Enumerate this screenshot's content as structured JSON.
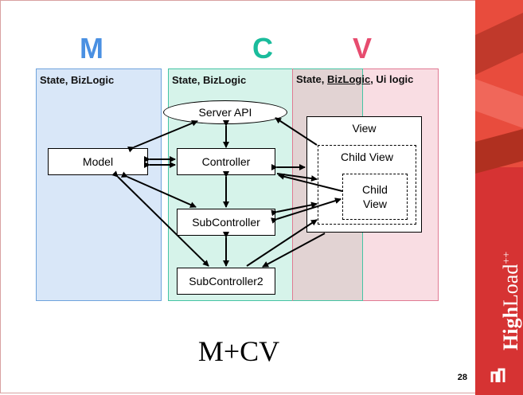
{
  "letters": {
    "m": "M",
    "c": "C",
    "v": "V"
  },
  "panels": {
    "m": {
      "title": "State, BizLogic"
    },
    "c": {
      "title": "State, BizLogic"
    },
    "v": {
      "title_state": "State, ",
      "title_bizlogic": "BizLogic",
      "title_rest": ", Ui logic"
    }
  },
  "nodes": {
    "server_api": "Server API",
    "model": "Model",
    "controller": "Controller",
    "subcontroller": "SubController",
    "subcontroller2": "SubController2",
    "view": "View",
    "child_view": "Child View",
    "child_view_inner_line1": "Child",
    "child_view_inner_line2": "View"
  },
  "bottom_title": "M+CV",
  "page_number": "28",
  "brand": {
    "high": "High",
    "load": "Load",
    "plus": "++"
  },
  "colors": {
    "m_letter": "#4a90e2",
    "c_letter": "#1abc9c",
    "v_letter": "#e74c6f",
    "m_panel_bg": "#d9e7f8",
    "m_panel_border": "#6fa3dc",
    "c_panel_bg": "#d6f3ea",
    "c_panel_border": "#45c4a4",
    "v_panel_bg": "#f9dde3",
    "v_panel_border": "#e07b93",
    "overlap_bg": "#e2d3d3",
    "brand_red": "#d63333"
  }
}
